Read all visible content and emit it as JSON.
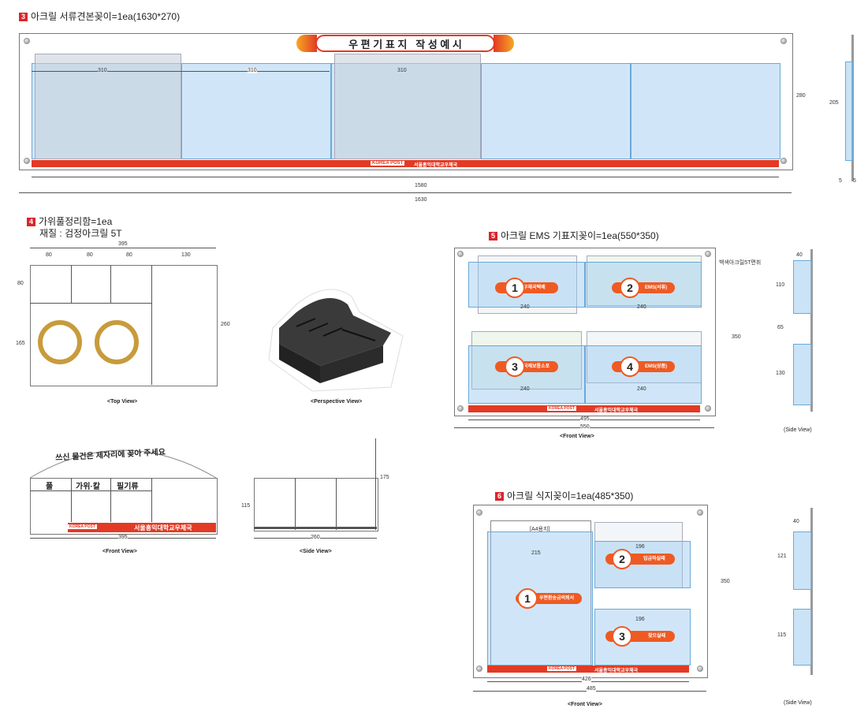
{
  "section3": {
    "num": "3",
    "title": "아크릴 서류견본꽂이=1ea(1630*270)",
    "banner": "우 편 기 표 지   작 성 예 시",
    "footer_brand": "KOREA POST",
    "footer_text": "서울홍익대학교우체국",
    "dims": {
      "pocket_a": "310",
      "pocket_b": "310",
      "pocket_c": "310",
      "height": "280",
      "inner_w": "1580",
      "outer_w": "1630",
      "side_h": "205",
      "side_a": "5",
      "side_b": "5"
    }
  },
  "section4": {
    "num": "4",
    "title": "가위풀정리함=1ea",
    "material": "재질 : 검정아크릴 5T",
    "top_dims": {
      "total": "395",
      "c1": "80",
      "c2": "80",
      "c3": "80",
      "c4": "130",
      "h1": "80",
      "h2": "165",
      "height": "260"
    },
    "top_label": "<Top View>",
    "persp_label": "<Perspective View>",
    "front": {
      "arch_text": "쓰신 물건은 제자리에 꽂아 주세요",
      "slot1": "풀",
      "slot2": "가위·칼",
      "slot3": "필기류",
      "brand": "KOREA POST",
      "footer_text": "서울홍익대학교우체국",
      "width": "395",
      "label": "<Front View>"
    },
    "side": {
      "h1": "115",
      "h2": "175",
      "width": "260",
      "label": "<Side View>"
    }
  },
  "section5": {
    "num": "5",
    "title": "아크릴 EMS 기표지꽂이=1ea(550*350)",
    "items": [
      {
        "n": "1",
        "label": "우체국택배"
      },
      {
        "n": "2",
        "label": "EMS(서류)"
      },
      {
        "n": "3",
        "label": "국제보통소포"
      },
      {
        "n": "4",
        "label": "EMS(상품)"
      }
    ],
    "pocket_w": [
      "240",
      "240",
      "240",
      "240"
    ],
    "inner_w": "495",
    "outer_w": "550",
    "height": "350",
    "note": "백색아크릴5T면취",
    "brand": "KOREA POST",
    "footer_text": "서울홍익대학교우체국",
    "front_label": "<Front View>",
    "side": {
      "d": "40",
      "h1": "110",
      "gap": "65",
      "h2": "130",
      "label": "(Side View)"
    }
  },
  "section6": {
    "num": "6",
    "title": "아크릴 식지꽂이=1ea(485*350)",
    "a4_label": "[A4용지]",
    "items": [
      {
        "n": "1",
        "label": "우편환송금의뢰서"
      },
      {
        "n": "2",
        "label": "입금하실때"
      },
      {
        "n": "3",
        "label": "찾으실때"
      }
    ],
    "left_w": "215",
    "right_w_a": "196",
    "right_w_b": "196",
    "inner_w": "426",
    "outer_w": "485",
    "height": "350",
    "brand": "KOREA POST",
    "footer_text": "서울홍익대학교우체국",
    "front_label": "<Front View>",
    "side": {
      "d": "40",
      "h1": "121",
      "h2": "115",
      "label": "(Side View)"
    }
  },
  "colors": {
    "accent_red": "#e23a25",
    "orange": "#ef5a23",
    "acrylic": "#96c8f0"
  }
}
